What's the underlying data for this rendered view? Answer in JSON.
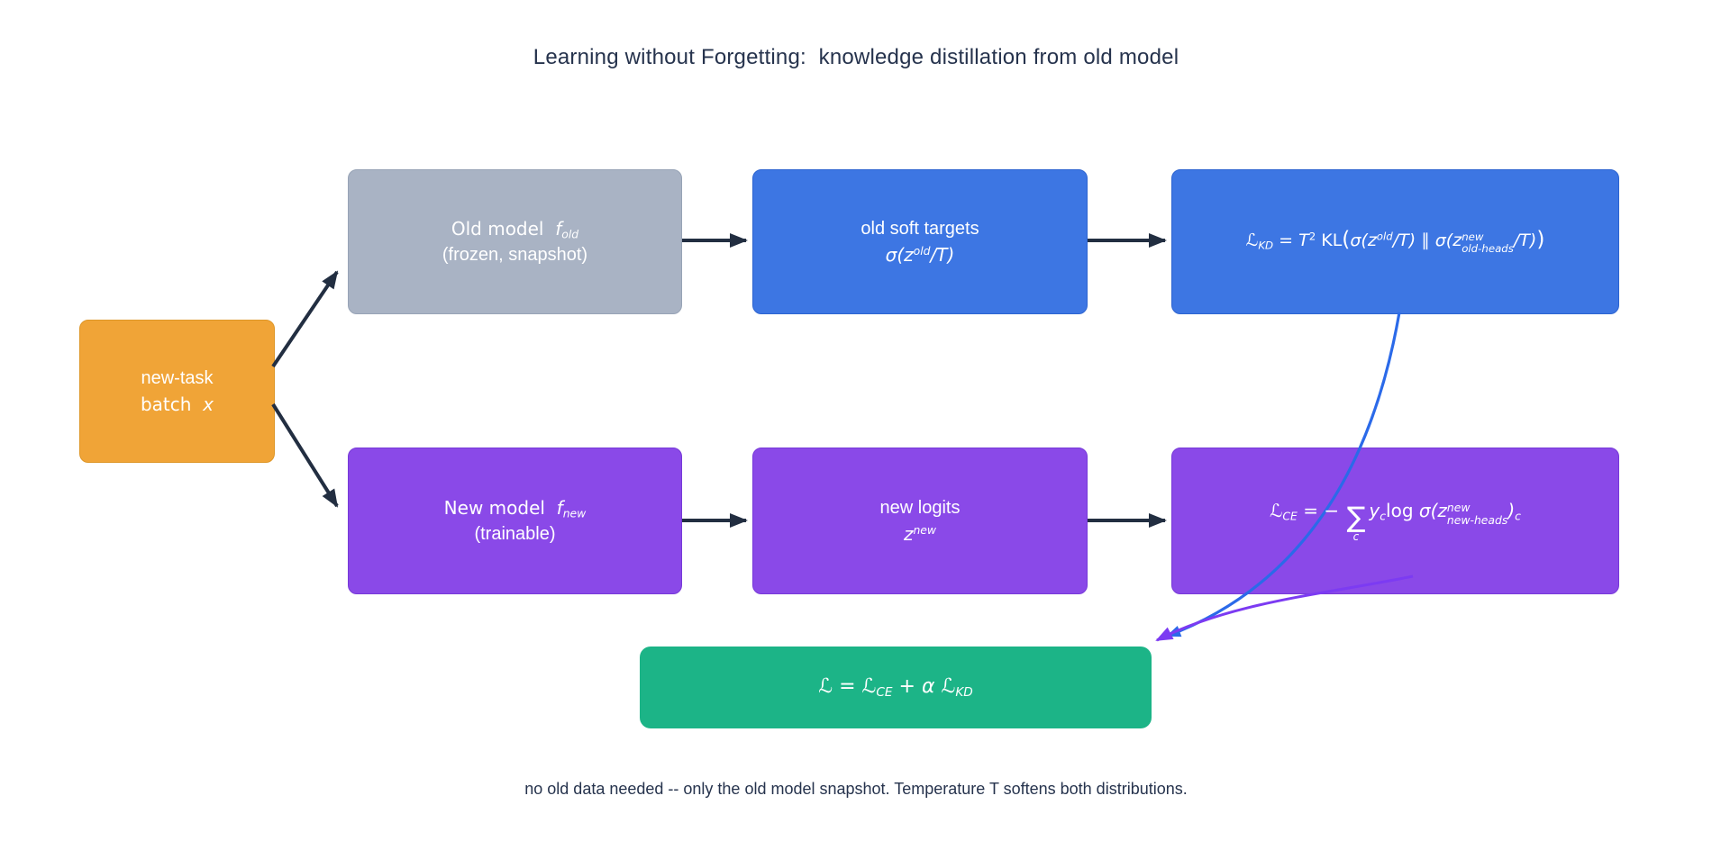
{
  "title": "Learning without Forgetting:  knowledge distillation from old model",
  "footer": "no old data needed -- only the old model snapshot. Temperature T softens both distributions.",
  "colors": {
    "orange": "#f0a437",
    "gray": "#a9b3c4",
    "blue": "#3d76e3",
    "purple": "#8a49e8",
    "green": "#1cb487",
    "ink": "#26334d",
    "arrow": "#222e41",
    "curve_blue": "#2b6ae9",
    "curve_purple": "#7c3bf2",
    "node_text": "#ffffff"
  },
  "nodes": {
    "input": {
      "line1": "new-task",
      "line2_tokens": [
        {
          "v": "batch  "
        },
        {
          "v": "x",
          "i": 1
        }
      ]
    },
    "old_model": {
      "line1_tokens": [
        {
          "v": "Old model  "
        },
        {
          "v": "f",
          "i": 1
        },
        {
          "sub": "old",
          "i": 1
        }
      ],
      "line2": "(frozen, snapshot)"
    },
    "old_soft_targets": {
      "line1": "old soft targets",
      "line2_tokens": [
        {
          "v": "σ(",
          "i": 1
        },
        {
          "v": "z",
          "i": 1
        },
        {
          "sup": "old",
          "i": 1
        },
        {
          "v": "/T)",
          "i": 1
        }
      ]
    },
    "kd_loss": {
      "tokens": [
        {
          "v": "ℒ",
          "i": 1
        },
        {
          "sub": "KD",
          "i": 1
        },
        {
          "v": " = "
        },
        {
          "v": "T",
          "i": 1
        },
        {
          "sup": "2"
        },
        {
          "v": " KL"
        },
        {
          "v": "(",
          "big": 1
        },
        {
          "v": "σ(",
          "i": 1
        },
        {
          "v": "z",
          "i": 1
        },
        {
          "sup": "old",
          "i": 1
        },
        {
          "v": "/T)",
          "i": 1
        },
        {
          "v": " ∥ "
        },
        {
          "v": "σ(",
          "i": 1
        },
        {
          "v": "z",
          "i": 1
        },
        {
          "ss": [
            "new",
            "old-heads"
          ],
          "i": 1
        },
        {
          "v": "/T)",
          "i": 1
        },
        {
          "v": ")",
          "big": 1
        }
      ]
    },
    "new_model": {
      "line1_tokens": [
        {
          "v": "New model  "
        },
        {
          "v": "f",
          "i": 1
        },
        {
          "sub": "new",
          "i": 1
        }
      ],
      "line2": "(trainable)"
    },
    "new_logits": {
      "line1": "new logits",
      "line2_tokens": [
        {
          "v": "z",
          "i": 1
        },
        {
          "sup": "new",
          "i": 1
        }
      ]
    },
    "ce_loss": {
      "tokens": [
        {
          "v": "ℒ",
          "i": 1
        },
        {
          "sub": "CE",
          "i": 1
        },
        {
          "v": " = − "
        },
        {
          "sum": "c"
        },
        {
          "v": "y",
          "i": 1
        },
        {
          "sub": "c",
          "i": 1
        },
        {
          "v": "log "
        },
        {
          "v": "σ(",
          "i": 1
        },
        {
          "v": "z",
          "i": 1
        },
        {
          "ss": [
            "new",
            "new-heads"
          ],
          "i": 1
        },
        {
          "v": ")",
          "i": 1
        },
        {
          "sub": "c",
          "i": 1
        }
      ]
    },
    "total_loss": {
      "tokens": [
        {
          "v": "ℒ",
          "i": 1
        },
        {
          "v": " = "
        },
        {
          "v": "ℒ",
          "i": 1
        },
        {
          "sub": "CE",
          "i": 1
        },
        {
          "v": " + "
        },
        {
          "v": "α",
          "i": 1
        },
        {
          "v": " "
        },
        {
          "v": "ℒ",
          "i": 1
        },
        {
          "sub": "KD",
          "i": 1
        }
      ]
    }
  }
}
